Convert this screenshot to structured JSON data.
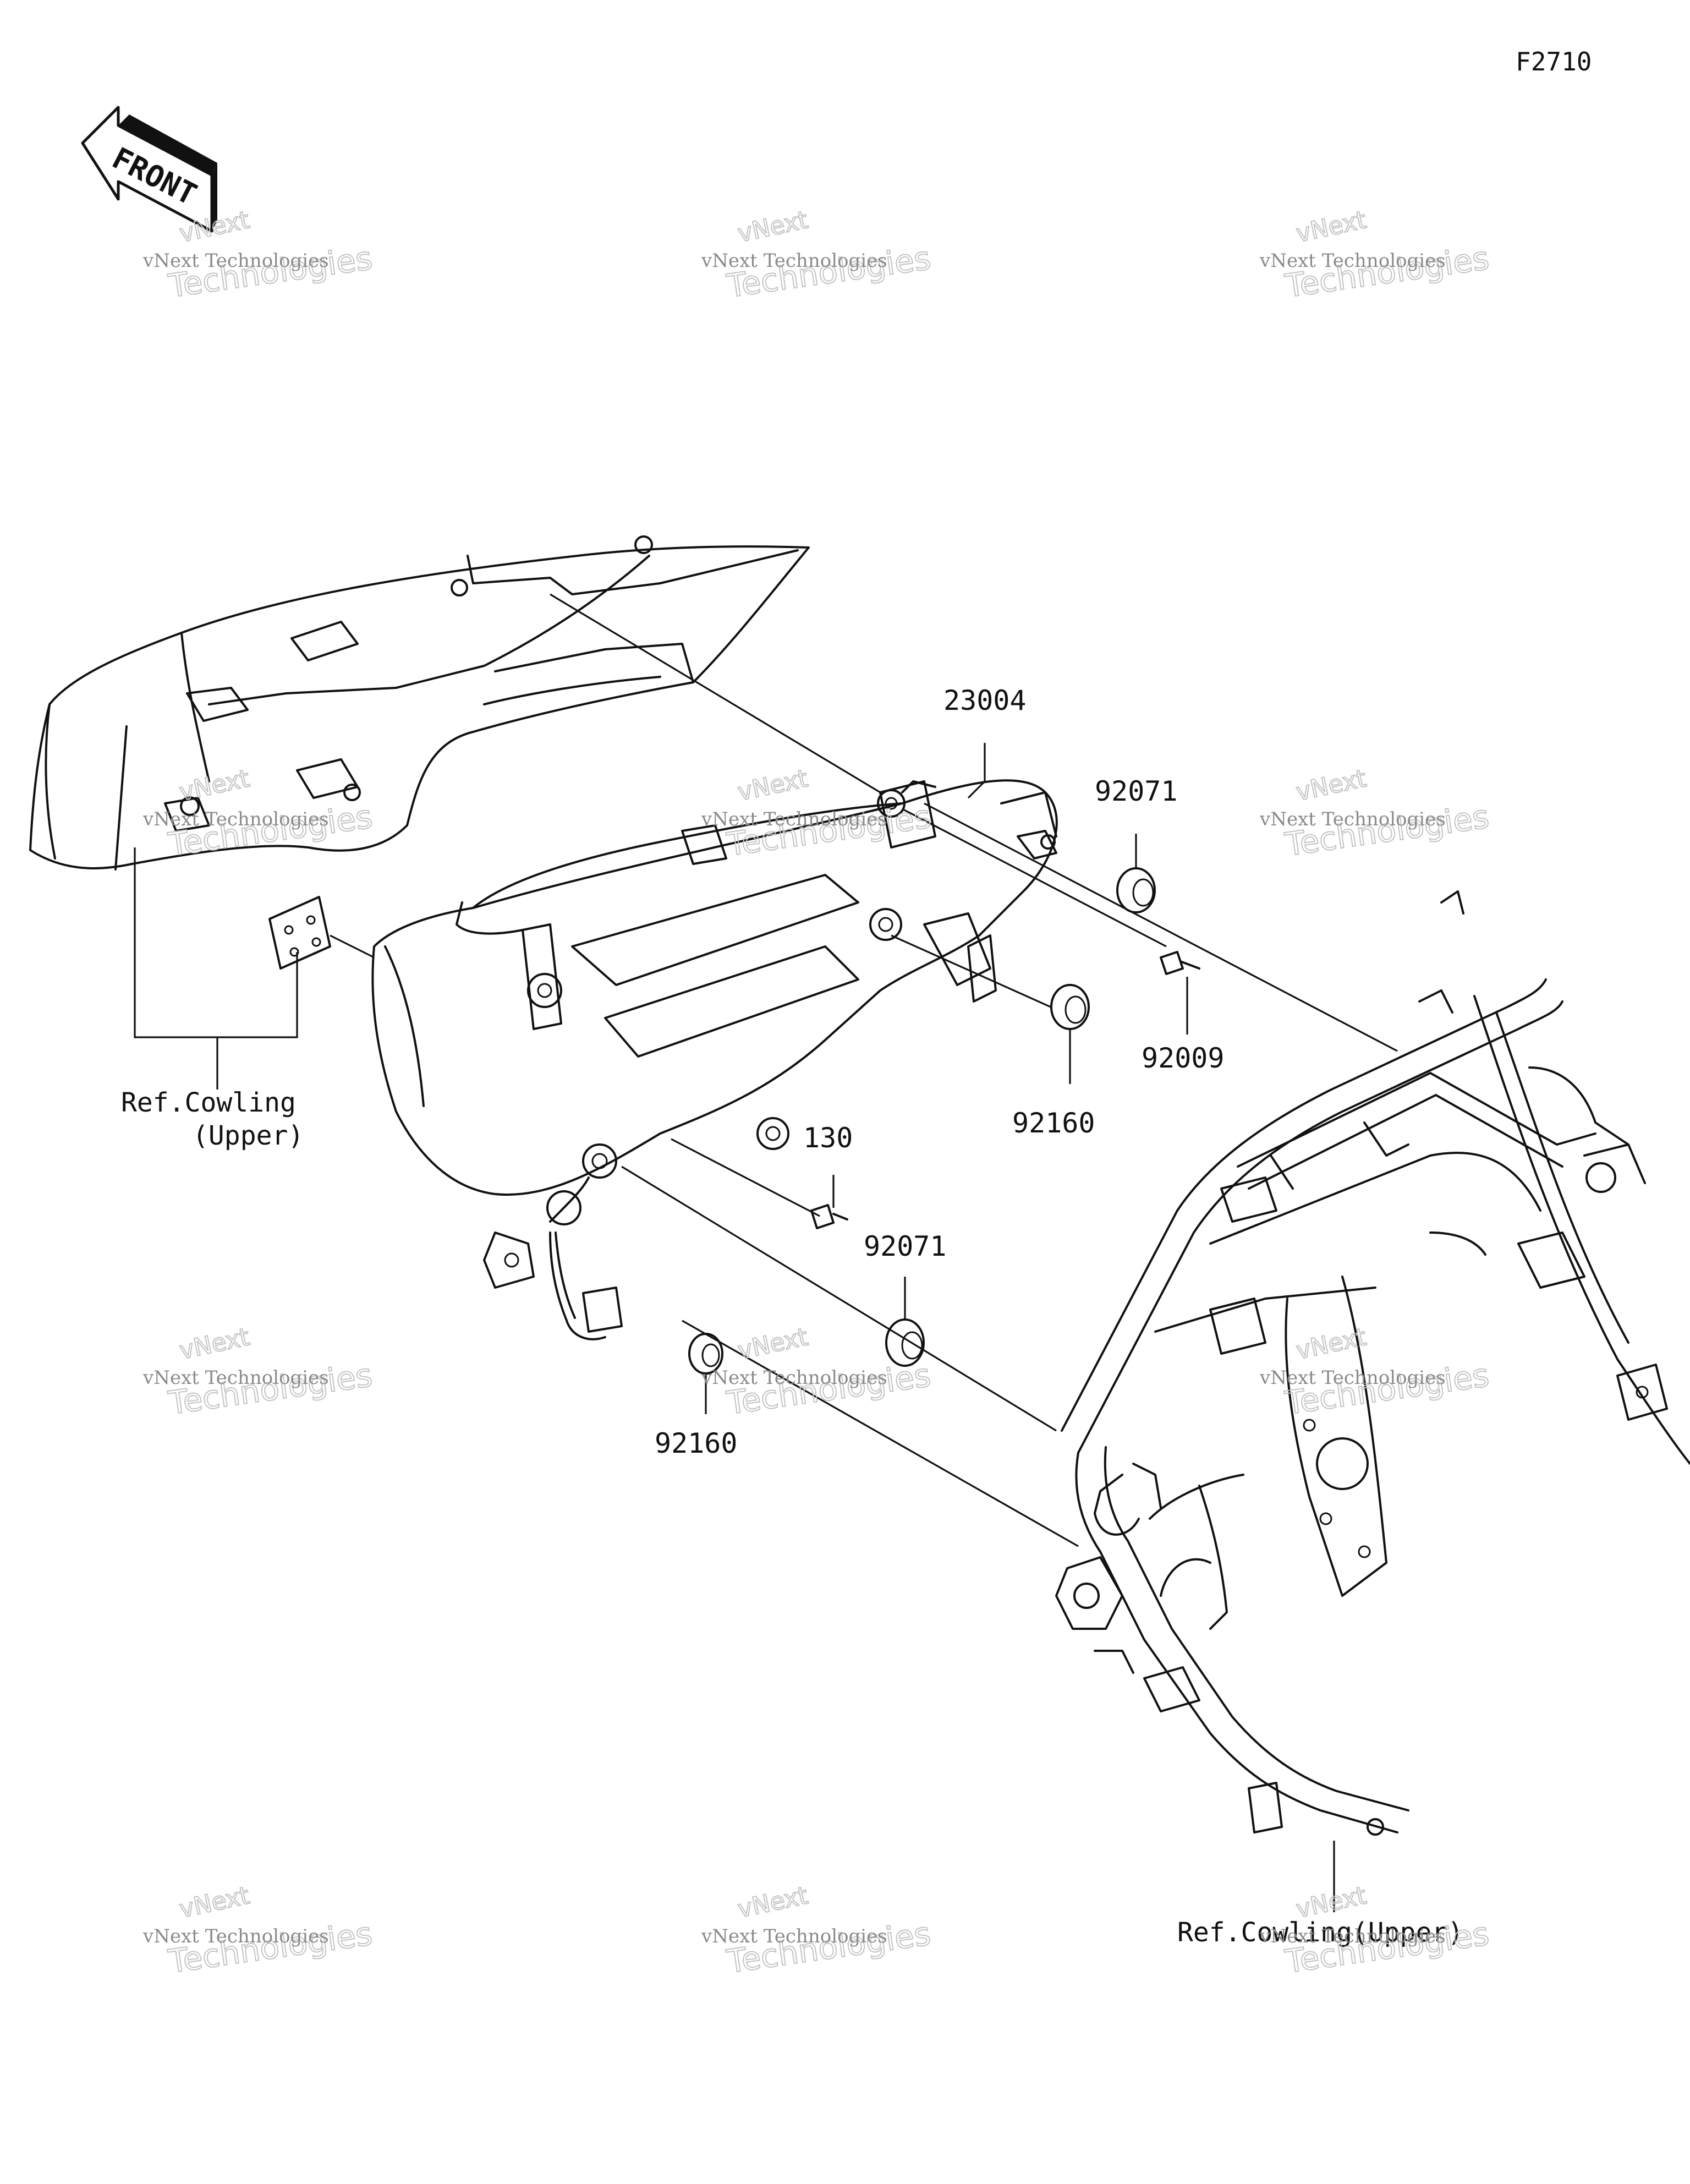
{
  "diagram_code": "F2710",
  "front_label": "FRONT",
  "watermark": {
    "line1": "vNext Technologies",
    "big": "Technologies",
    "small": "vNext"
  },
  "parts": {
    "p23004": "23004",
    "p92071_a": "92071",
    "p92009": "92009",
    "p92160_a": "92160",
    "p130": "130",
    "p92071_b": "92071",
    "p92160_b": "92160"
  },
  "refs": {
    "left_line1": "Ref.Cowling",
    "left_line2": "(Upper)",
    "bottom": "Ref.Cowling(Upper)"
  }
}
